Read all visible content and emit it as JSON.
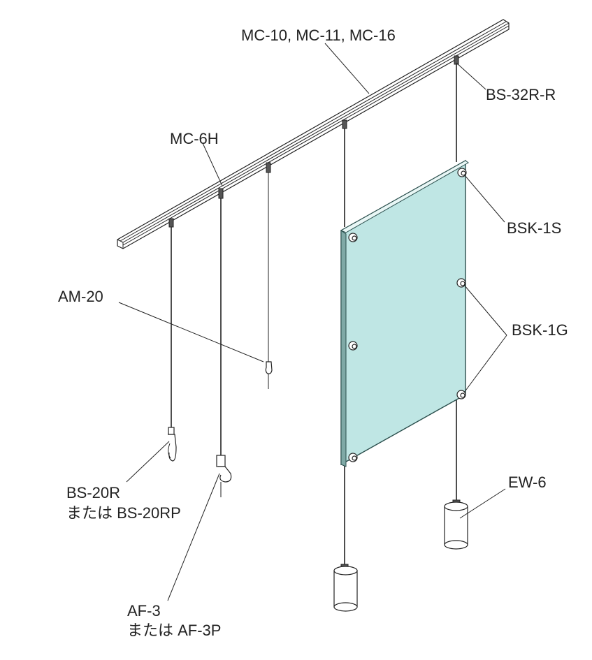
{
  "labels": {
    "rail": "MC-10, MC-11, MC-16",
    "bs32": "BS-32R-R",
    "mc6h": "MC-6H",
    "bsk1s": "BSK-1S",
    "am20": "AM-20",
    "bsk1g": "BSK-1G",
    "bs20_line1": "BS-20R",
    "bs20_line2": "または BS-20RP",
    "ew6": "EW-6",
    "af3_line1": "AF-3",
    "af3_line2": "または AF-3P"
  },
  "colors": {
    "panel_fill": "#bfe6e4",
    "panel_edge": "#2a4e4c",
    "line": "#222222"
  }
}
